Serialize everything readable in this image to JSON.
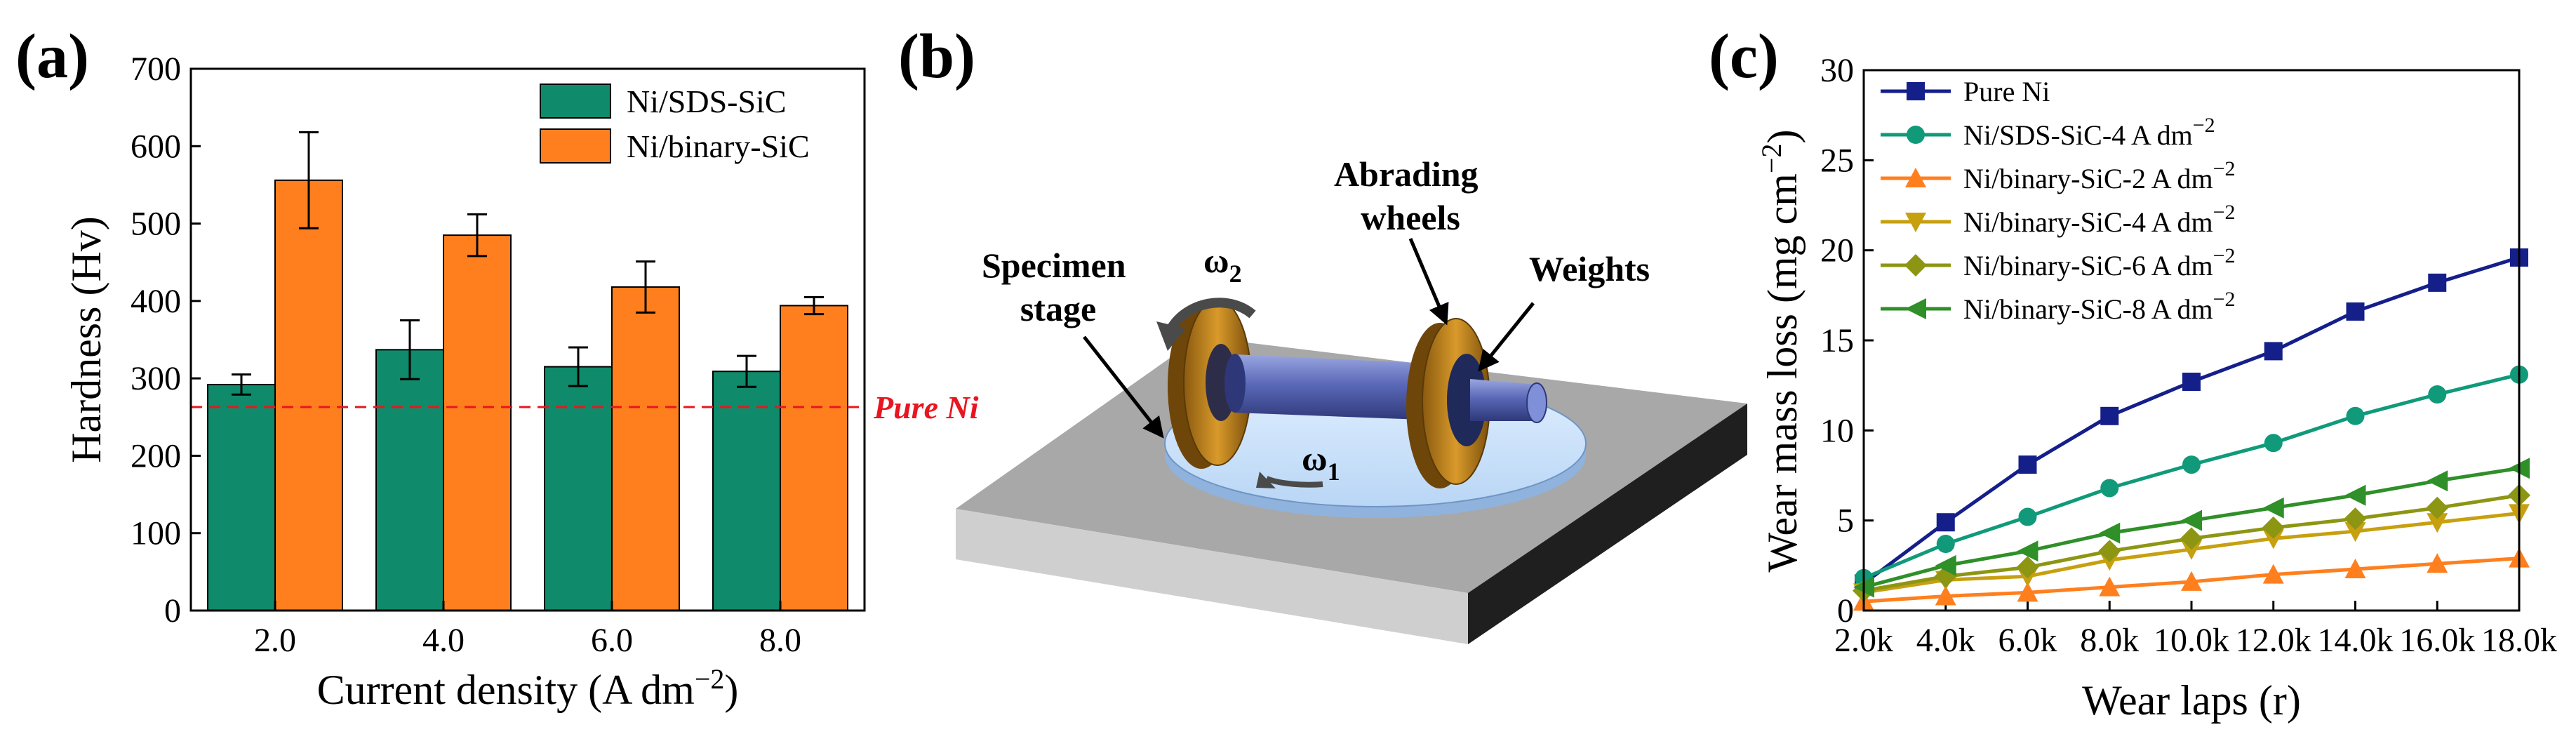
{
  "panels": {
    "a": {
      "label": "(a)"
    },
    "b": {
      "label": "(b)"
    },
    "c": {
      "label": "(c)"
    }
  },
  "colors": {
    "sds": "#0f8a6a",
    "binary": "#ff7f1e",
    "pure_ni_line": "#e8161f"
  },
  "schematic": {
    "specimen_stage": [
      "Specimen",
      "stage"
    ],
    "abrading_wheels": [
      "Abrading",
      "wheels"
    ],
    "weights": "Weights",
    "omega2": {
      "symbol": "ω",
      "sub": "2"
    },
    "omega1": {
      "symbol": "ω",
      "sub": "1"
    }
  },
  "chart_data": [
    {
      "type": "bar",
      "panel": "a",
      "categories": [
        "2.0",
        "4.0",
        "6.0",
        "8.0"
      ],
      "series": [
        {
          "name": "Ni/SDS-SiC",
          "color": "#0f8a6a",
          "values": [
            292,
            337,
            315,
            309
          ],
          "errors": [
            13,
            38,
            25,
            20
          ]
        },
        {
          "name": "Ni/binary-SiC",
          "color": "#ff7f1e",
          "values": [
            556,
            485,
            418,
            394
          ],
          "errors": [
            62,
            27,
            33,
            11
          ]
        }
      ],
      "reference_line": {
        "label": "Pure Ni",
        "value": 263
      },
      "xlabel": {
        "main": "Current density (A dm",
        "sup": "−2",
        "end": ")"
      },
      "ylabel": "Hardness (Hv)",
      "ylim": [
        0,
        700
      ],
      "yticks": [
        "0",
        "100",
        "200",
        "300",
        "400",
        "500",
        "600",
        "700"
      ],
      "legend_position": "top-right"
    },
    {
      "type": "line",
      "panel": "c",
      "x": [
        2000,
        4000,
        6000,
        8000,
        10000,
        12000,
        14000,
        16000,
        18000
      ],
      "xtick_labels": [
        "2.0k",
        "4.0k",
        "6.0k",
        "8.0k",
        "10.0k",
        "12.0k",
        "14.0k",
        "16.0k",
        "18.0k"
      ],
      "series": [
        {
          "name": "Pure Ni",
          "unit": "",
          "marker": "square",
          "color": "#151f8a",
          "values": [
            1.5,
            4.9,
            8.1,
            10.8,
            12.7,
            14.4,
            16.6,
            18.2,
            19.6
          ]
        },
        {
          "name": "Ni/SDS-SiC-4 A dm",
          "unit": "−2",
          "marker": "circle",
          "color": "#109a79",
          "values": [
            1.8,
            3.7,
            5.2,
            6.8,
            8.1,
            9.3,
            10.8,
            12.0,
            13.1
          ]
        },
        {
          "name": "Ni/binary-SiC-2 A dm",
          "unit": "−2",
          "marker": "triangle-up",
          "color": "#ff7f1e",
          "values": [
            0.5,
            0.8,
            1.0,
            1.3,
            1.6,
            2.0,
            2.3,
            2.6,
            2.9
          ]
        },
        {
          "name": "Ni/binary-SiC-4 A dm",
          "unit": "−2",
          "marker": "triangle-down",
          "color": "#c7a010",
          "values": [
            1.0,
            1.7,
            1.9,
            2.8,
            3.4,
            4.0,
            4.4,
            4.9,
            5.4
          ]
        },
        {
          "name": "Ni/binary-SiC-6 A dm",
          "unit": "−2",
          "marker": "diamond",
          "color": "#8c9613",
          "values": [
            1.1,
            1.9,
            2.4,
            3.3,
            4.0,
            4.6,
            5.1,
            5.7,
            6.4
          ]
        },
        {
          "name": "Ni/binary-SiC-8 A dm",
          "unit": "−2",
          "marker": "triangle-left",
          "color": "#2f8f28",
          "values": [
            1.3,
            2.5,
            3.3,
            4.3,
            5.0,
            5.7,
            6.4,
            7.2,
            7.9
          ]
        }
      ],
      "xlabel": "Wear laps (r)",
      "ylabel": {
        "main": "Wear mass loss (mg cm",
        "sup": "−2",
        "end": ")"
      },
      "ylim": [
        0,
        30
      ],
      "yticks": [
        "0",
        "5",
        "10",
        "15",
        "20",
        "25",
        "30"
      ],
      "legend_position": "top-left"
    }
  ]
}
